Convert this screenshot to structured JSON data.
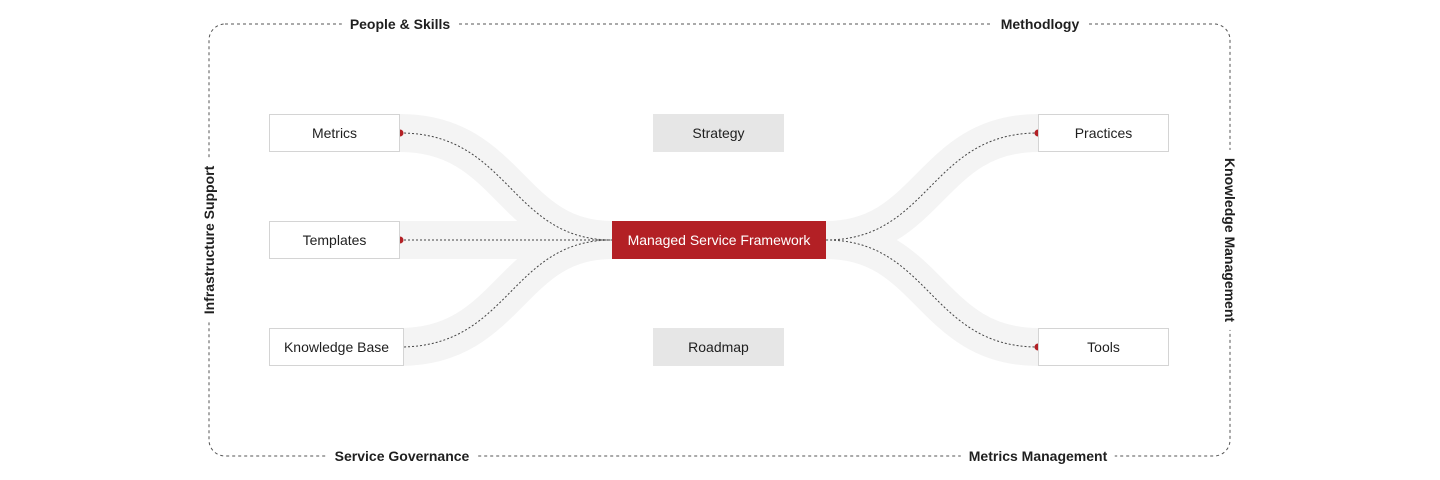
{
  "colors": {
    "accent": "#b32025",
    "accent_text": "#ffffff",
    "node_border": "#d4d4d4",
    "grey_box": "#e6e6e6",
    "ribbon": "#f4f4f4",
    "connector": "#444444",
    "frame": "#555555"
  },
  "frame": {
    "top_left": "People & Skills",
    "top_right": "Methodlogy",
    "left": "Infrastructure Support",
    "right": "Knowledge Management",
    "bottom_left": "Service Governance",
    "bottom_right": "Metrics Management"
  },
  "center": {
    "label": "Managed Service Framework"
  },
  "inner": {
    "top": "Strategy",
    "bottom": "Roadmap"
  },
  "left_nodes": [
    "Metrics",
    "Templates",
    "Knowledge Base"
  ],
  "right_nodes": [
    "Practices",
    "Tools"
  ]
}
